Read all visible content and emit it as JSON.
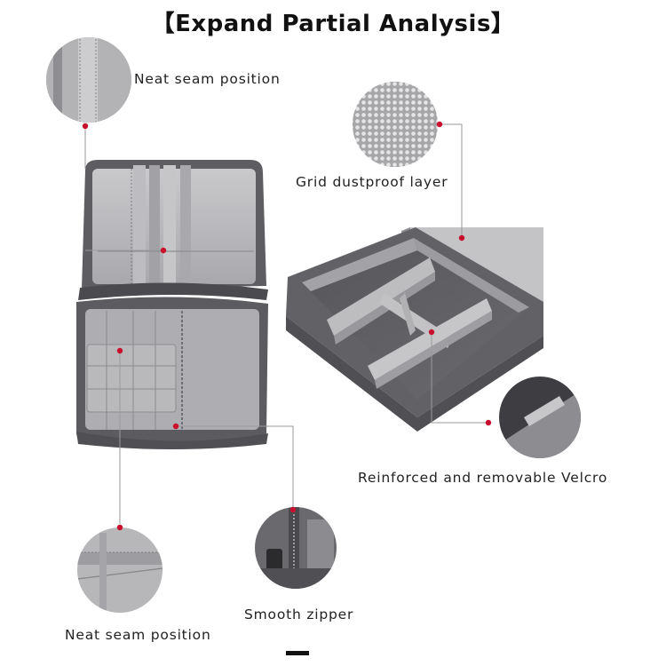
{
  "title": "【Expand Partial Analysis】",
  "labels": {
    "seam_top": "Neat seam position",
    "grid": "Grid dustproof layer",
    "velcro": "Reinforced and removable Velcro",
    "zipper": "Smooth zipper",
    "seam_bottom": "Neat seam position"
  },
  "colors": {
    "callout_dot": "#c8102e",
    "callout_line": "#9a9a9a",
    "bag_outer": "#5f5f63",
    "bag_lining": "#b5b5b8",
    "bag_floor": "#4e4e52"
  }
}
